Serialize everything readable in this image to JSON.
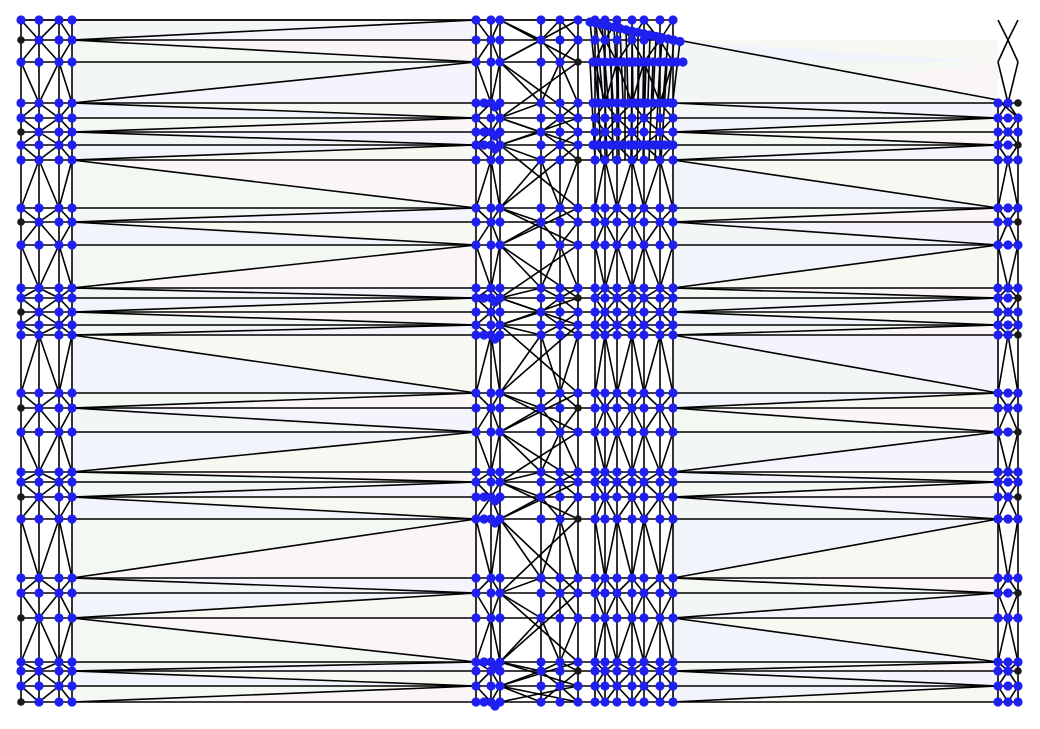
{
  "diagram": {
    "type": "triangulated-mesh",
    "colors": {
      "background": "#ffffff",
      "edge": "#000000",
      "node_boundary": "#1a1a1a",
      "node_interior": "#1f1fef",
      "face_palette": [
        "#f3f6f7",
        "#f5f3fb",
        "#f3f8f3",
        "#faf5f6",
        "#f1f4fb",
        "#f7f8f1"
      ]
    },
    "description_of_regions": [
      "left-strip",
      "center-block",
      "right-dense-block",
      "far-right-strip"
    ]
  }
}
